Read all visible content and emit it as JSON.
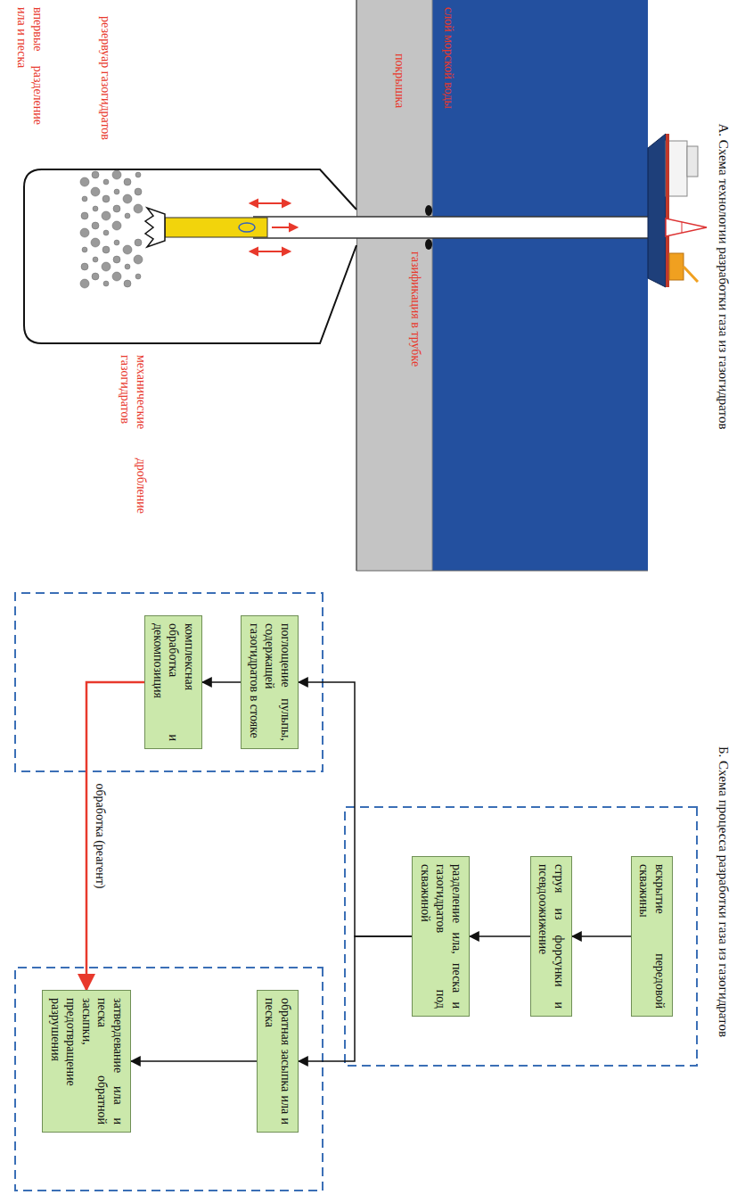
{
  "diagram": {
    "nodes": [
      {
        "text": [
          "вскрытие передовой скважины"
        ]
      },
      {
        "text": [
          "струя из форсунки и псевдоожижение"
        ]
      },
      {
        "text": [
          "разделение ила, песка и газогидратов под скважиной"
        ]
      },
      {
        "text": [
          "поглощение пульпы, содержащей газогидратов в стояке"
        ]
      },
      {
        "text": [
          "комплексная обработка и декомпозиция"
        ]
      },
      {
        "text": [
          "обратная засыпка ила и песка"
        ]
      },
      {
        "text": [
          "затвердевание ила и песка обратной засыпки, предотвращение разрушения"
        ]
      }
    ],
    "edges": [
      {
        "from": 0,
        "to": 1,
        "arrow": "to"
      },
      {
        "from": 1,
        "to": 2,
        "arrow": "to"
      },
      {
        "from": 2,
        "to": 3,
        "arrow": "to"
      },
      {
        "from": 2,
        "to": 5,
        "arrow": "to"
      },
      {
        "from": 3,
        "to": 4,
        "arrow": "to"
      },
      {
        "from": 5,
        "to": 6,
        "arrow": "to"
      },
      {
        "from": 4,
        "to": 6,
        "label": "обработка (реагент)",
        "arrow": "to"
      }
    ],
    "labels": [
      "А. Схема технологии разработки газа из газогидратов",
      "слой морской воды",
      "покрышка",
      "газификация в трубке",
      "резервуар газогидратов",
      "механические дробление газогидратов",
      "впервые разделение ила и песка",
      "Б. Схема процесса разработки газа из газогидратов"
    ]
  }
}
